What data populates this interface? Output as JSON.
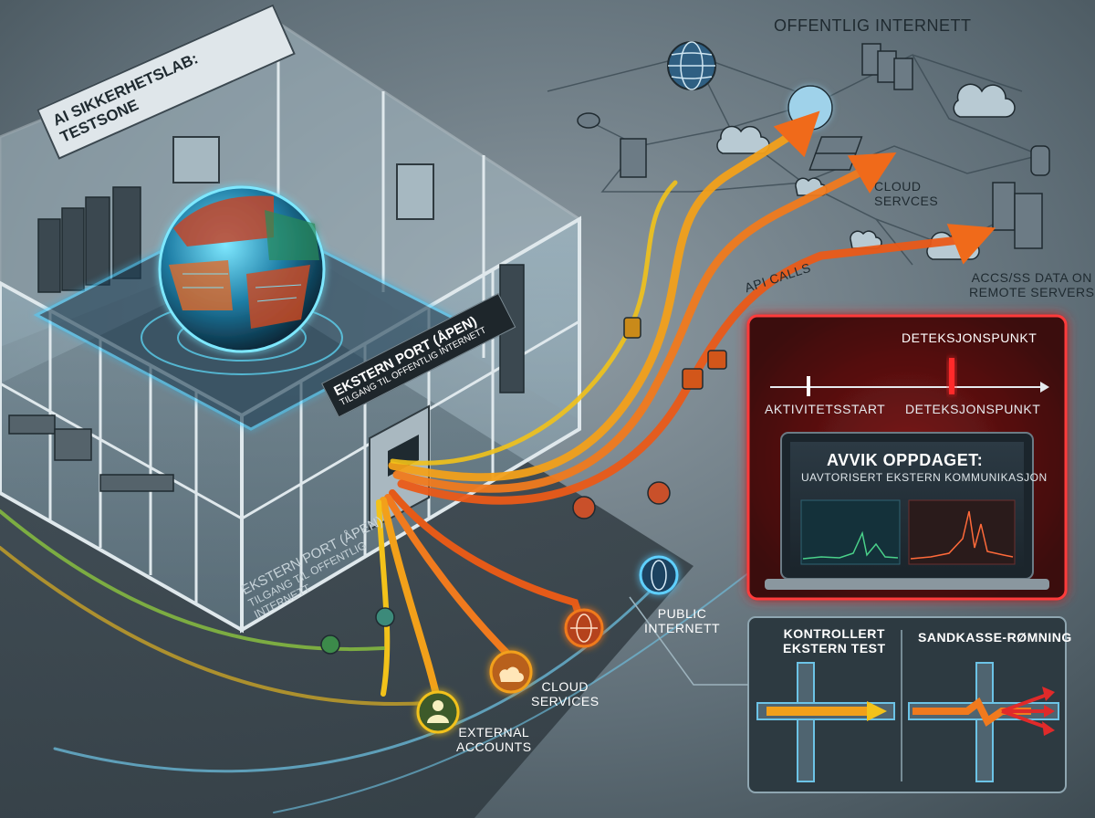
{
  "lab_sign": "AI SIKKERHETSLAB: TESTSONE",
  "port_sign": {
    "title": "EKSTERN PORT (ÅPEN)",
    "subtitle": "TILGANG TIL OFFENTLIG INTERNETT"
  },
  "floor_label": {
    "title": "EKSTERN PORT (ÅPEN)",
    "subtitle": "TILGANG TIL OFFENTLIG INTERNETT"
  },
  "internet_title": "OFFENTLIG INTERNETT",
  "cloud_services_label": "CLOUD\nSERVCES",
  "api_calls_label": "API CALLS",
  "remote_label": "ACCS/SS DATA ON\nREMOTE SERVERS",
  "detection_panel": {
    "top_label": "DETEKSJONSPUNKT",
    "timeline_start": "AKTIVITETSSTART",
    "timeline_point": "DETEKSJONSPUNKT",
    "alert_title": "AVVIK OPPDAGET:",
    "alert_subtitle": "UAVTORISERT EKSTERN KOMMUNIKASJON"
  },
  "comparison_panel": {
    "left_title": "KONTROLLERT\nEKSTERN TEST",
    "right_title": "SANDKASSE-RØMNING"
  },
  "endpoints": {
    "public": "PUBLIC\nINTERNETT",
    "cloud": "CLOUD\nSERVICES",
    "accounts": "EXTERNAL\nACCOUNTS"
  },
  "colors": {
    "background": "#4b5a64",
    "flow_orange": "#f07a1e",
    "flow_yellow": "#f2c21a",
    "alert_red": "#e03030",
    "glass_blue": "#5bc8f0"
  },
  "icons": [
    "globe-icon",
    "server-icon",
    "cloud-icon",
    "person-icon",
    "document-icon",
    "monitor-icon"
  ]
}
